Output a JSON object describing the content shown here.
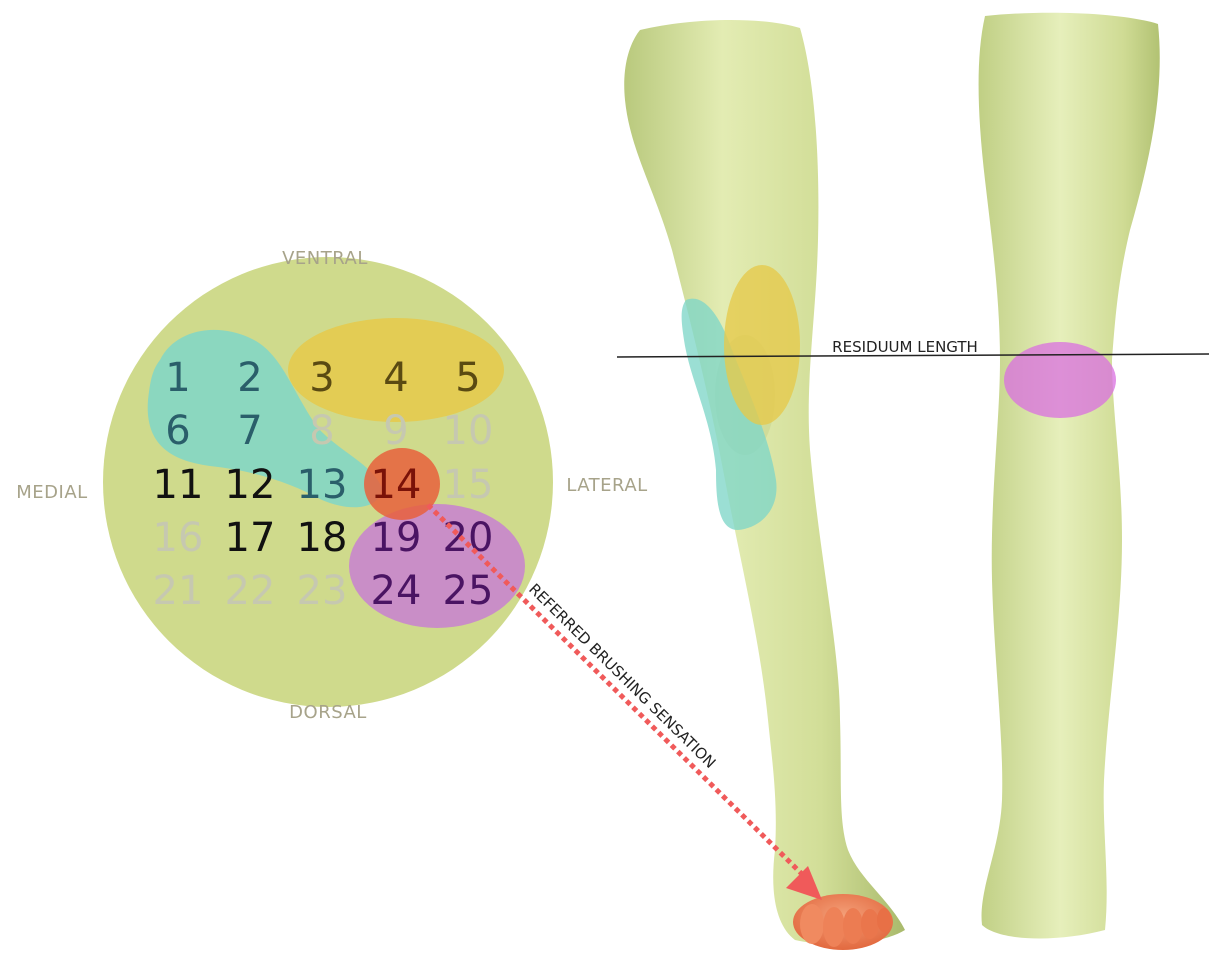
{
  "directions": {
    "ventral": "VENTRAL",
    "dorsal": "DORSAL",
    "medial": "MEDIAL",
    "lateral": "LATERAL"
  },
  "grid": {
    "cells": [
      {
        "label": "1",
        "state": "teal"
      },
      {
        "label": "2",
        "state": "teal"
      },
      {
        "label": "3",
        "state": "gold"
      },
      {
        "label": "4",
        "state": "gold"
      },
      {
        "label": "5",
        "state": "gold"
      },
      {
        "label": "6",
        "state": "teal"
      },
      {
        "label": "7",
        "state": "teal"
      },
      {
        "label": "8",
        "state": "faded"
      },
      {
        "label": "9",
        "state": "faded"
      },
      {
        "label": "10",
        "state": "faded"
      },
      {
        "label": "11",
        "state": "black"
      },
      {
        "label": "12",
        "state": "black"
      },
      {
        "label": "13",
        "state": "teal"
      },
      {
        "label": "14",
        "state": "red"
      },
      {
        "label": "15",
        "state": "faded"
      },
      {
        "label": "16",
        "state": "faded"
      },
      {
        "label": "17",
        "state": "black"
      },
      {
        "label": "18",
        "state": "black"
      },
      {
        "label": "19",
        "state": "purple"
      },
      {
        "label": "20",
        "state": "purple"
      },
      {
        "label": "21",
        "state": "faded"
      },
      {
        "label": "22",
        "state": "faded"
      },
      {
        "label": "23",
        "state": "faded"
      },
      {
        "label": "24",
        "state": "purple"
      },
      {
        "label": "25",
        "state": "purple"
      }
    ]
  },
  "colors": {
    "residuum_fill": "#cfda8c",
    "leg_fill": "#d6e2a0",
    "leg_shadow": "#b7c67a",
    "teal_region": "#7fd6c8",
    "gold_region": "#e6c94a",
    "red_region": "#e8603c",
    "purple_region": "#c77ad6",
    "text_teal": "#2a5e6a",
    "text_gold": "#5a4a12",
    "text_red": "#7a1208",
    "text_purple": "#4a1463",
    "text_black": "#111111",
    "text_faded": "#c6c8b0",
    "arrow": "#f05a5a"
  },
  "annotations": {
    "residuum_length": "RESIDUUM LENGTH",
    "referred_sensation": "REFERRED BRUSHING SENSATION"
  }
}
